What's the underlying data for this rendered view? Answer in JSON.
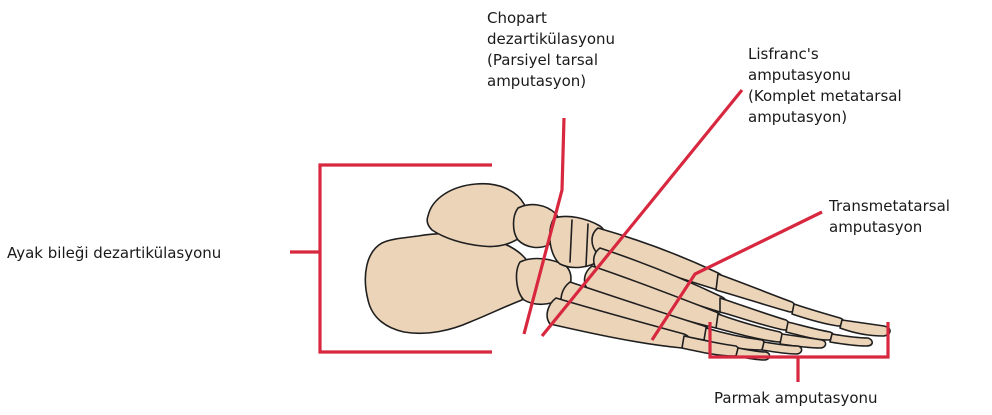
{
  "colors": {
    "marker": "#d8283f",
    "bone_fill": "#ecd4b9",
    "bone_outline": "#1f1f1f",
    "text": "#1a1a1a"
  },
  "labels": {
    "chopart": [
      "Chopart",
      "dezartikülasyonu",
      "(Parsiyel tarsal",
      "amputasyon)"
    ],
    "lisfranc": [
      "Lisfranc's",
      "amputasyonu",
      "(Komplet metatarsal",
      "amputasyon)"
    ],
    "transmetatarsal": [
      "Transmetatarsal",
      "amputasyon"
    ],
    "ankle": "Ayak bileği dezartikülasyonu",
    "toe": "Parmak amputasyonu"
  }
}
